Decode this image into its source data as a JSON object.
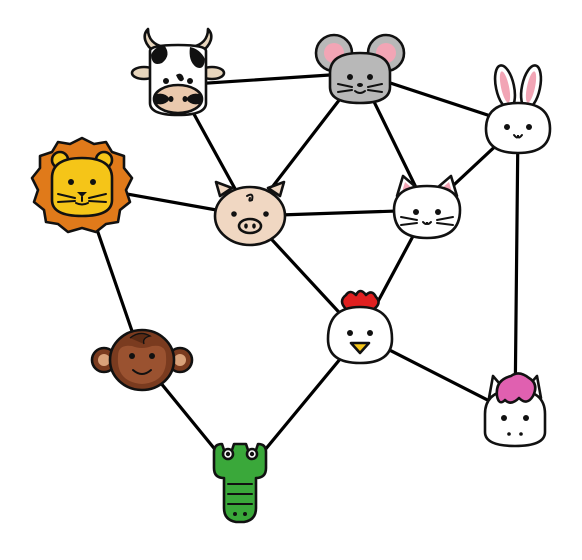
{
  "graph": {
    "nodes": [
      {
        "id": "cow",
        "animal": "cow",
        "icon": "cow-face-icon"
      },
      {
        "id": "mouse",
        "animal": "mouse",
        "icon": "mouse-face-icon"
      },
      {
        "id": "rabbit",
        "animal": "rabbit",
        "icon": "rabbit-face-icon"
      },
      {
        "id": "lion",
        "animal": "lion",
        "icon": "lion-face-icon"
      },
      {
        "id": "pig",
        "animal": "pig",
        "icon": "pig-face-icon"
      },
      {
        "id": "cat",
        "animal": "cat",
        "icon": "cat-face-icon"
      },
      {
        "id": "chicken",
        "animal": "chicken",
        "icon": "chicken-face-icon"
      },
      {
        "id": "monkey",
        "animal": "monkey",
        "icon": "monkey-face-icon"
      },
      {
        "id": "unicorn",
        "animal": "unicorn",
        "icon": "unicorn-face-icon"
      },
      {
        "id": "crocodile",
        "animal": "crocodile",
        "icon": "crocodile-icon"
      }
    ],
    "edges": [
      [
        "cow",
        "mouse"
      ],
      [
        "cow",
        "pig"
      ],
      [
        "mouse",
        "pig"
      ],
      [
        "mouse",
        "cat"
      ],
      [
        "mouse",
        "rabbit"
      ],
      [
        "rabbit",
        "cat"
      ],
      [
        "rabbit",
        "unicorn"
      ],
      [
        "lion",
        "pig"
      ],
      [
        "lion",
        "monkey"
      ],
      [
        "pig",
        "cat"
      ],
      [
        "pig",
        "chicken"
      ],
      [
        "cat",
        "chicken"
      ],
      [
        "chicken",
        "unicorn"
      ],
      [
        "chicken",
        "crocodile"
      ],
      [
        "monkey",
        "crocodile"
      ]
    ]
  },
  "colors": {
    "edge": "#000000",
    "background": "#ffffff",
    "cow": "#ffffff",
    "mouse": "#b8b8b8",
    "rabbit": "#ffffff",
    "lion_mane": "#e07a1a",
    "lion_face": "#f5c518",
    "pig": "#f0d7c2",
    "cat": "#ffffff",
    "chicken_comb": "#e02020",
    "monkey": "#7a3b1f",
    "unicorn_mane": "#e060b0",
    "crocodile": "#3aa83a"
  }
}
